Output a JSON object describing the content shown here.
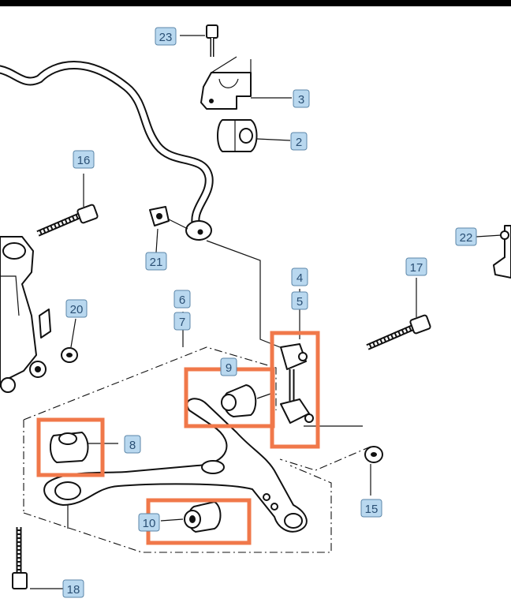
{
  "callouts": {
    "c2": "2",
    "c3": "3",
    "c4": "4",
    "c5": "5",
    "c6": "6",
    "c7": "7",
    "c8": "8",
    "c9": "9",
    "c10": "10",
    "c15": "15",
    "c16": "16",
    "c17": "17",
    "c18": "18",
    "c20": "20",
    "c21": "21",
    "c22": "22",
    "c23": "23"
  },
  "colors": {
    "callout_fill": "#b9d8ef",
    "callout_text": "#2a4f74",
    "highlight": "#f0784a",
    "line": "#111111"
  }
}
